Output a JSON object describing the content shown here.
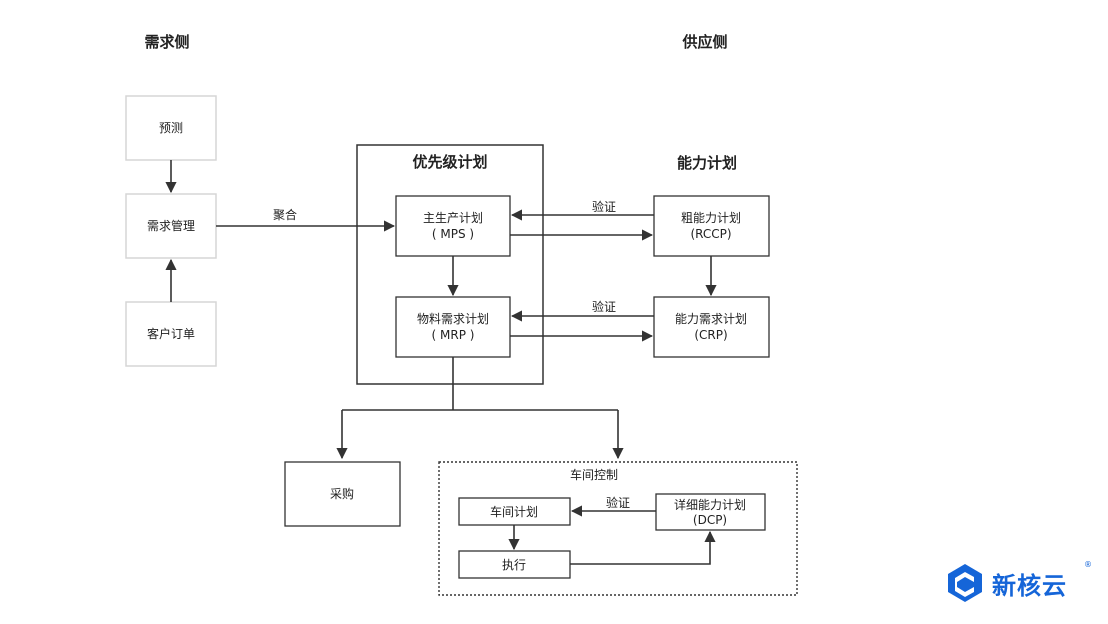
{
  "headings": {
    "demand": "需求侧",
    "supply": "供应侧",
    "priority": "优先级计划",
    "capacity": "能力计划",
    "shop_floor": "车间控制"
  },
  "nodes": {
    "forecast": "预测",
    "demand_mgmt": "需求管理",
    "customer_order": "客户订单",
    "mps_1": "主生产计划",
    "mps_2": "( MPS )",
    "mrp_1": "物料需求计划",
    "mrp_2": "( MRP )",
    "rccp_1": "粗能力计划",
    "rccp_2": "(RCCP)",
    "crp_1": "能力需求计划",
    "crp_2": "(CRP)",
    "purchasing": "采购",
    "shop_plan": "车间计划",
    "execute": "执行",
    "dcp_1": "详细能力计划",
    "dcp_2": "(DCP)"
  },
  "edge_labels": {
    "aggregate": "聚合",
    "verify_1": "验证",
    "verify_2": "验证",
    "verify_3": "验证"
  },
  "brand": {
    "name": "新核云",
    "registered": "®",
    "color": "#1565d8"
  }
}
